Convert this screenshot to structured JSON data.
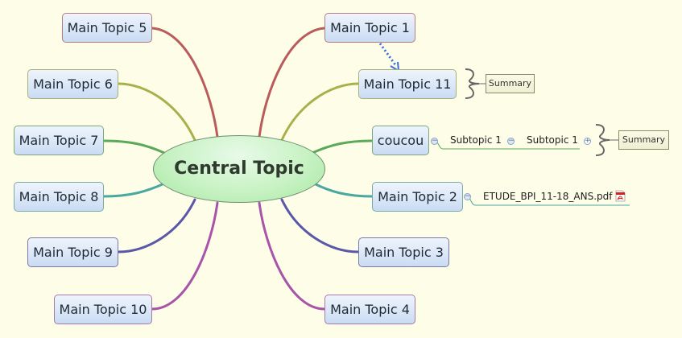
{
  "central_topic": {
    "label": "Central Topic"
  },
  "topics": {
    "t1": {
      "label": "Main Topic 1",
      "color": "#b85c5c"
    },
    "t11": {
      "label": "Main Topic 11",
      "color": "#a8b04a"
    },
    "coucou": {
      "label": "coucou",
      "color": "#5aaa5a"
    },
    "t2": {
      "label": "Main Topic 2",
      "color": "#4aa8a0"
    },
    "t3": {
      "label": "Main Topic 3",
      "color": "#5a56a8"
    },
    "t4": {
      "label": "Main Topic 4",
      "color": "#a854a8"
    },
    "t5": {
      "label": "Main Topic 5",
      "color": "#b85c5c"
    },
    "t6": {
      "label": "Main Topic 6",
      "color": "#a8b04a"
    },
    "t7": {
      "label": "Main Topic 7",
      "color": "#5aaa5a"
    },
    "t8": {
      "label": "Main Topic 8",
      "color": "#4aa8a0"
    },
    "t9": {
      "label": "Main Topic 9",
      "color": "#5a56a8"
    },
    "t10": {
      "label": "Main Topic 10",
      "color": "#a854a8"
    }
  },
  "subtopics": {
    "coucou_sub1": {
      "label": "Subtopic 1"
    },
    "coucou_sub2": {
      "label": "Subtopic 1"
    },
    "t2_attachment": {
      "label": "ETUDE_BPI_11-18_ANS.pdf",
      "icon": "pdf-icon"
    }
  },
  "summaries": {
    "summary_t11": {
      "label": "Summary"
    },
    "summary_coucou": {
      "label": "Summary"
    }
  },
  "relationship": {
    "from": "Main Topic 1",
    "to": "Main Topic 11",
    "style": "dotted-arrow",
    "color": "#3a6fd8"
  },
  "collapse_buttons": {
    "minus": "−",
    "plus": "+"
  },
  "colors": {
    "background": "#fdfde8",
    "central_fill": "#c8f2c4",
    "topic_fill": "#dbe7f8"
  }
}
